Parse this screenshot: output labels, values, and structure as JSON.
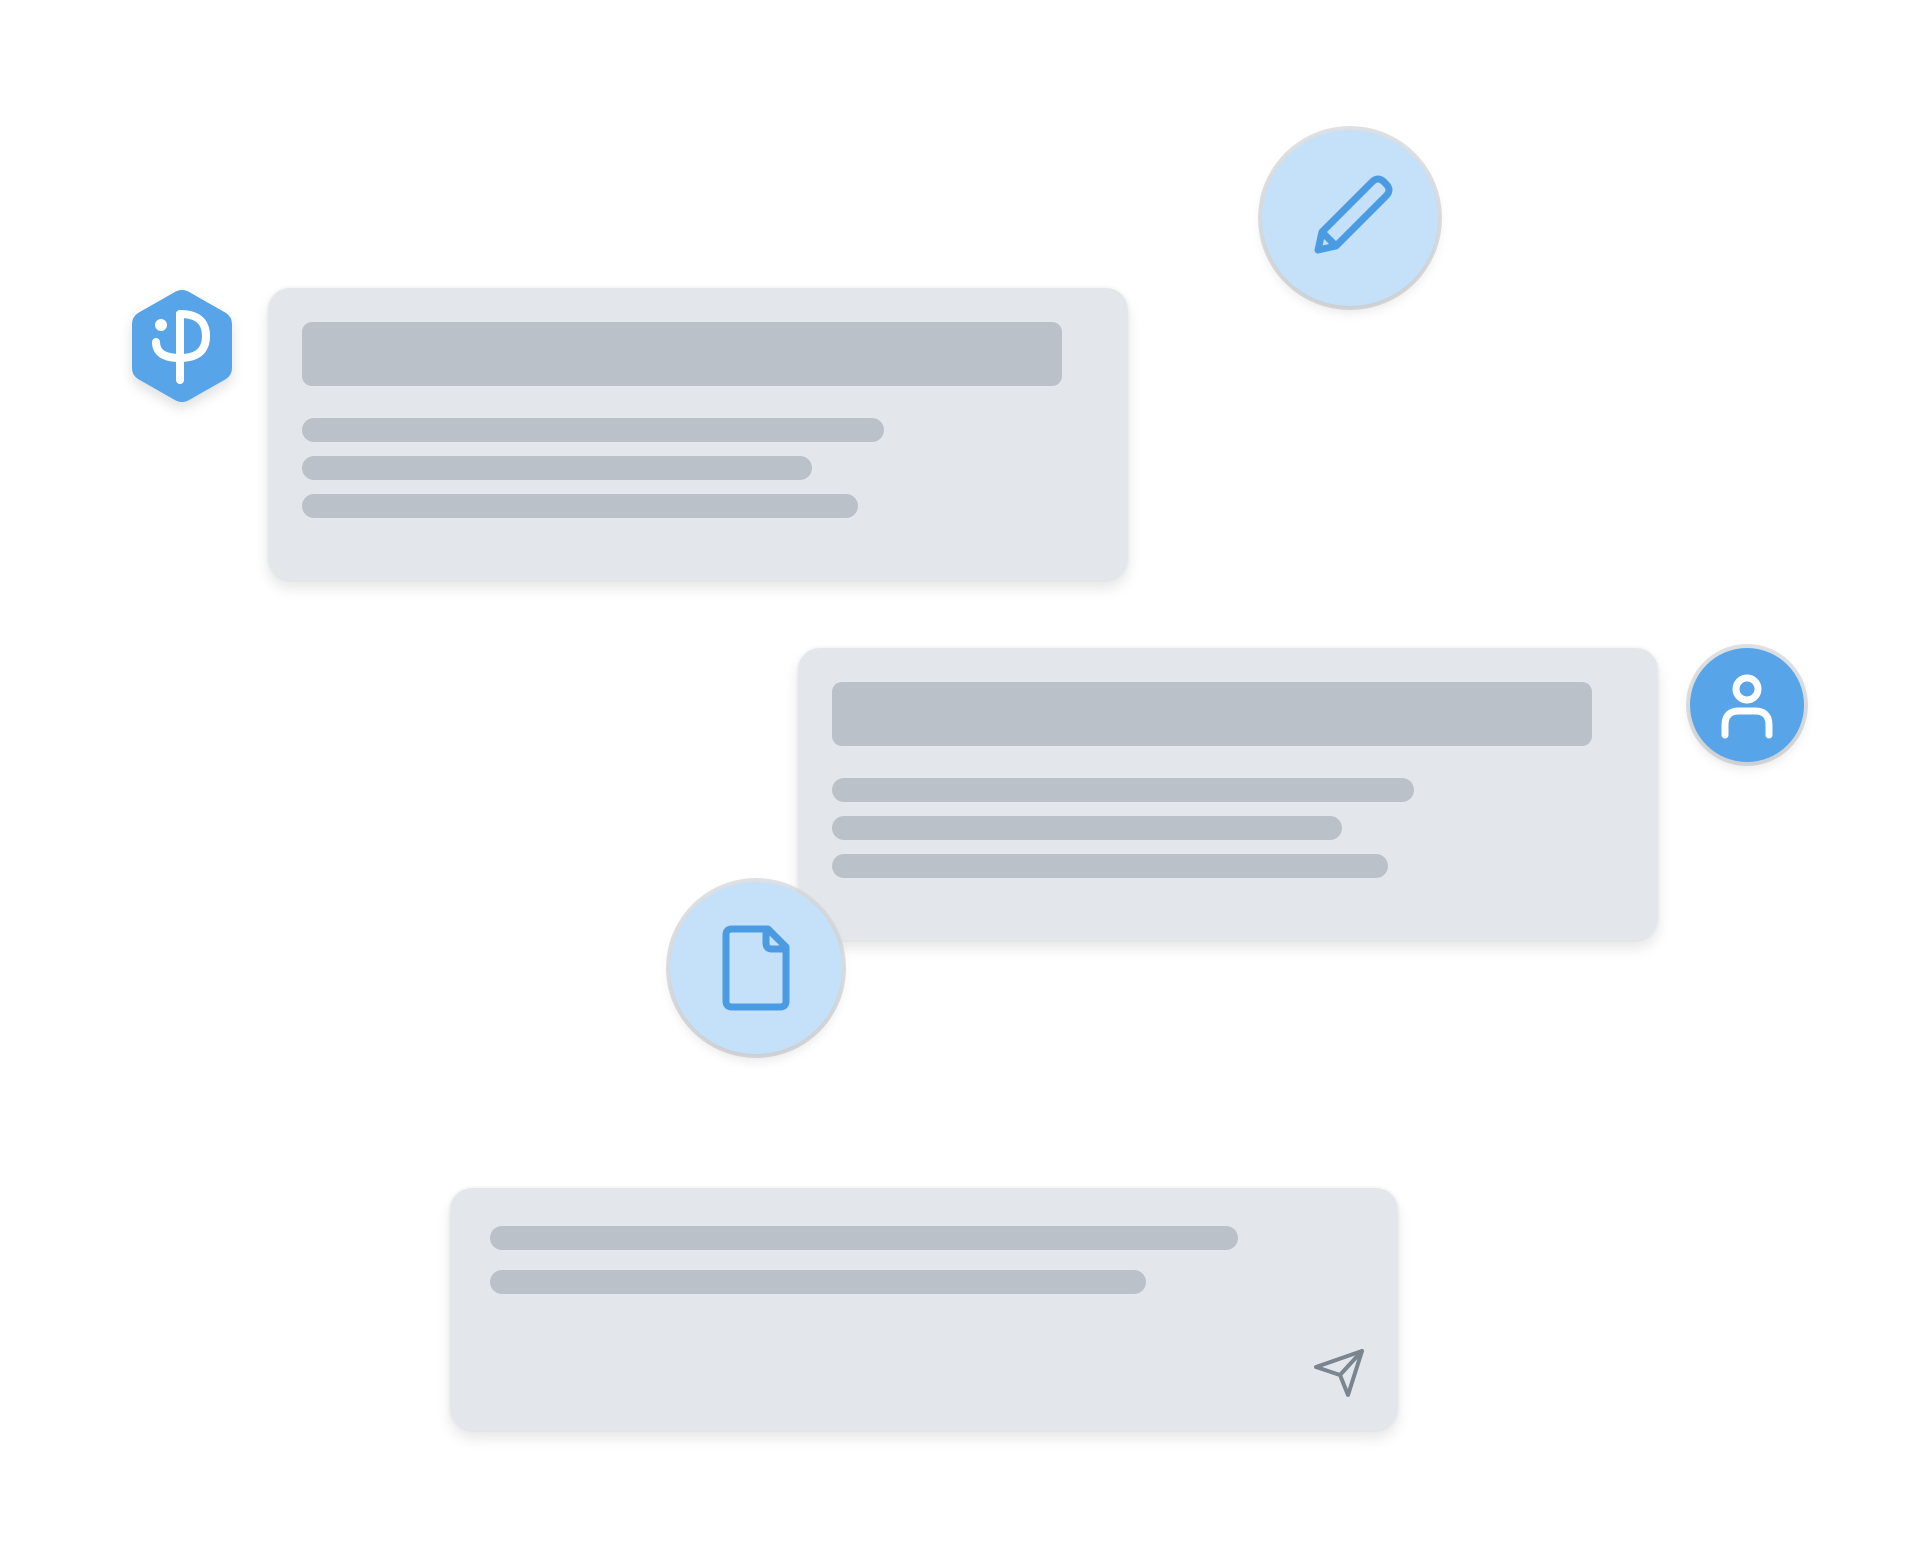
{
  "colors": {
    "accent": "#57a4e9",
    "accent_light": "#c5e1fa",
    "card_bg": "#e3e7eb",
    "skeleton_bar": "#bac1c8",
    "send_icon": "#7a8590"
  },
  "icons": {
    "logo": "hexagon-logo-icon",
    "edit": "pencil-icon",
    "user": "user-icon",
    "file": "file-icon",
    "send": "paper-plane-icon"
  },
  "messages": [
    {
      "sender": "assistant",
      "content": "skeleton-placeholder"
    },
    {
      "sender": "user",
      "content": "skeleton-placeholder"
    }
  ],
  "composer": {
    "content": "skeleton-placeholder"
  }
}
